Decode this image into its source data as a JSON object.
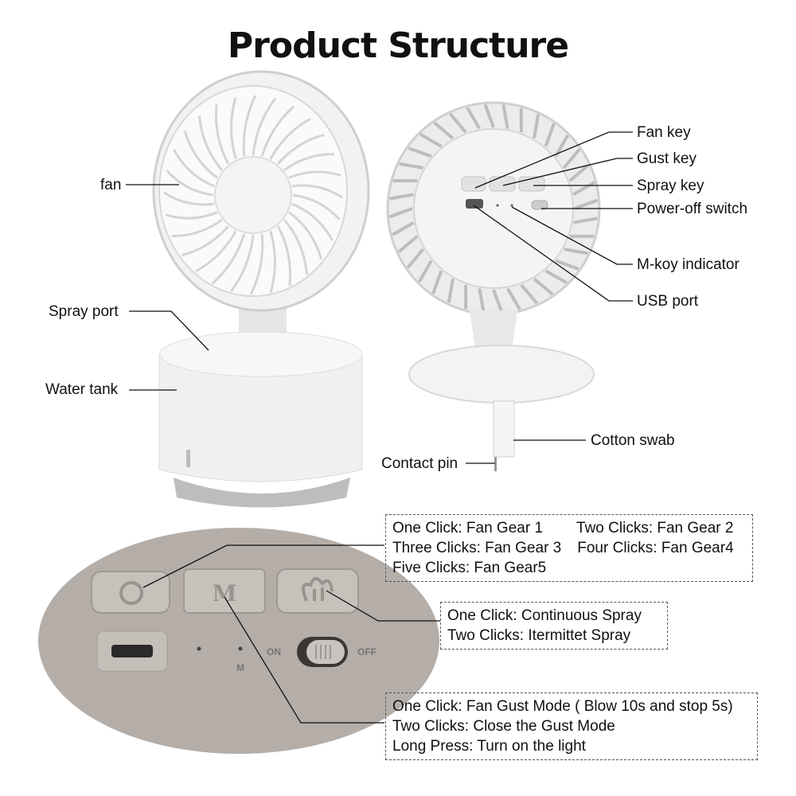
{
  "title": "Product Structure",
  "left_labels": {
    "fan": "fan",
    "spray_port": "Spray port",
    "water_tank": "Water tank",
    "contact_pin": "Contact pin"
  },
  "right_labels": {
    "fan_key": "Fan key",
    "gust_key": "Gust key",
    "spray_key": "Spray key",
    "power_off": "Power-off switch",
    "m_indicator": "M-koy indicator",
    "usb_port": "USB port",
    "cotton_swab": "Cotton swab"
  },
  "closeup": {
    "on": "ON",
    "off": "OFF",
    "m_key": "M",
    "m_led": "M"
  },
  "fan_box": {
    "line1a": "One Click: Fan Gear 1",
    "line1b": "Two Clicks: Fan Gear 2",
    "line2a": "Three Clicks: Fan Gear 3",
    "line2b": "Four Clicks: Fan Gear4",
    "line3": "Five Clicks: Fan Gear5"
  },
  "spray_box": {
    "line1": "One Click: Continuous Spray",
    "line2": "Two Clicks: Itermittet Spray"
  },
  "gust_box": {
    "line1": "One Click: Fan Gust Mode ( Blow 10s and stop 5s)",
    "line2": "Two Clicks: Close the Gust Mode",
    "line3": "Long Press: Turn on the light"
  }
}
